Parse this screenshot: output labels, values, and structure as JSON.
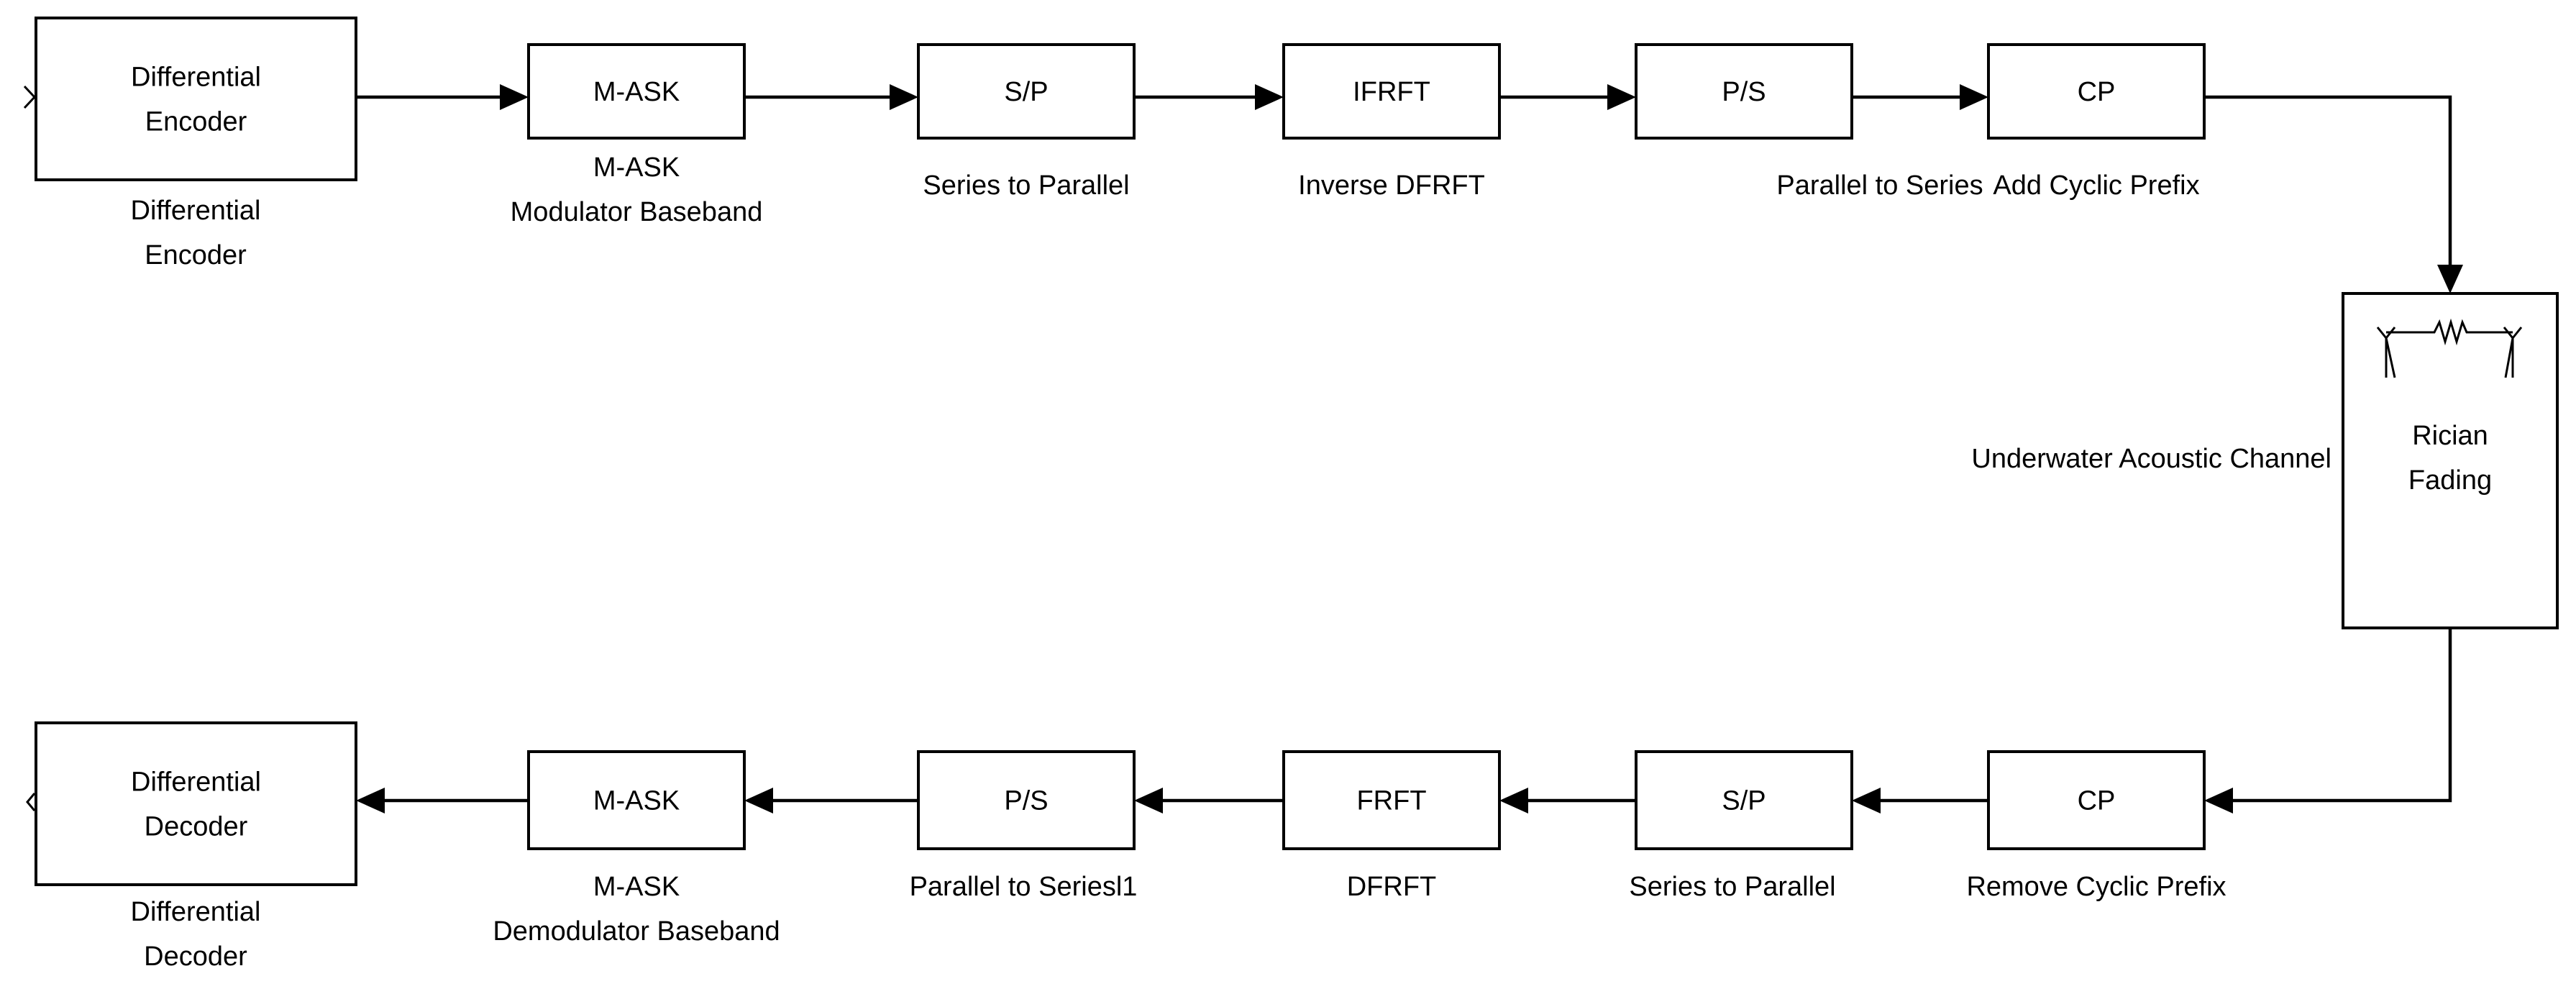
{
  "diagram": {
    "title": "",
    "tx_chain": [
      {
        "id": "diff-encoder",
        "block_lines": [
          "Differential",
          "Encoder"
        ],
        "caption_lines": [
          "Differential",
          "Encoder"
        ]
      },
      {
        "id": "mask-mod",
        "block_lines": [
          "M-ASK"
        ],
        "caption_lines": [
          "M-ASK",
          "Modulator Baseband"
        ]
      },
      {
        "id": "sp-tx",
        "block_lines": [
          "S/P"
        ],
        "caption_lines": [
          "Series to Parallel"
        ]
      },
      {
        "id": "ifrft",
        "block_lines": [
          "IFRFT"
        ],
        "caption_lines": [
          "Inverse DFRFT"
        ]
      },
      {
        "id": "ps-tx",
        "block_lines": [
          "P/S"
        ],
        "caption_lines": [
          "Parallel to Series"
        ]
      },
      {
        "id": "cp-add",
        "block_lines": [
          "CP"
        ],
        "caption_lines": [
          "Add Cyclic Prefix"
        ]
      }
    ],
    "channel": {
      "id": "rician-channel",
      "block_lines": [
        "Rician",
        "Fading"
      ],
      "caption_lines": [
        "Underwater Acoustic Channel"
      ],
      "icon": "rician-fading-icon"
    },
    "rx_chain": [
      {
        "id": "cp-remove",
        "block_lines": [
          "CP"
        ],
        "caption_lines": [
          "Remove Cyclic Prefix"
        ]
      },
      {
        "id": "sp-rx",
        "block_lines": [
          "S/P"
        ],
        "caption_lines": [
          "Series to Parallel"
        ]
      },
      {
        "id": "frft",
        "block_lines": [
          "FRFT"
        ],
        "caption_lines": [
          "DFRFT"
        ]
      },
      {
        "id": "ps-rx",
        "block_lines": [
          "P/S"
        ],
        "caption_lines": [
          "Parallel to Seriesl1"
        ]
      },
      {
        "id": "mask-demod",
        "block_lines": [
          "M-ASK"
        ],
        "caption_lines": [
          "M-ASK",
          "Demodulator Baseband"
        ]
      },
      {
        "id": "diff-decoder",
        "block_lines": [
          "Differential",
          "Decoder"
        ],
        "caption_lines": [
          "Differential",
          "Decoder"
        ]
      }
    ],
    "colors": {
      "stroke": "#000000",
      "fill": "#ffffff",
      "text": "#000000"
    }
  }
}
